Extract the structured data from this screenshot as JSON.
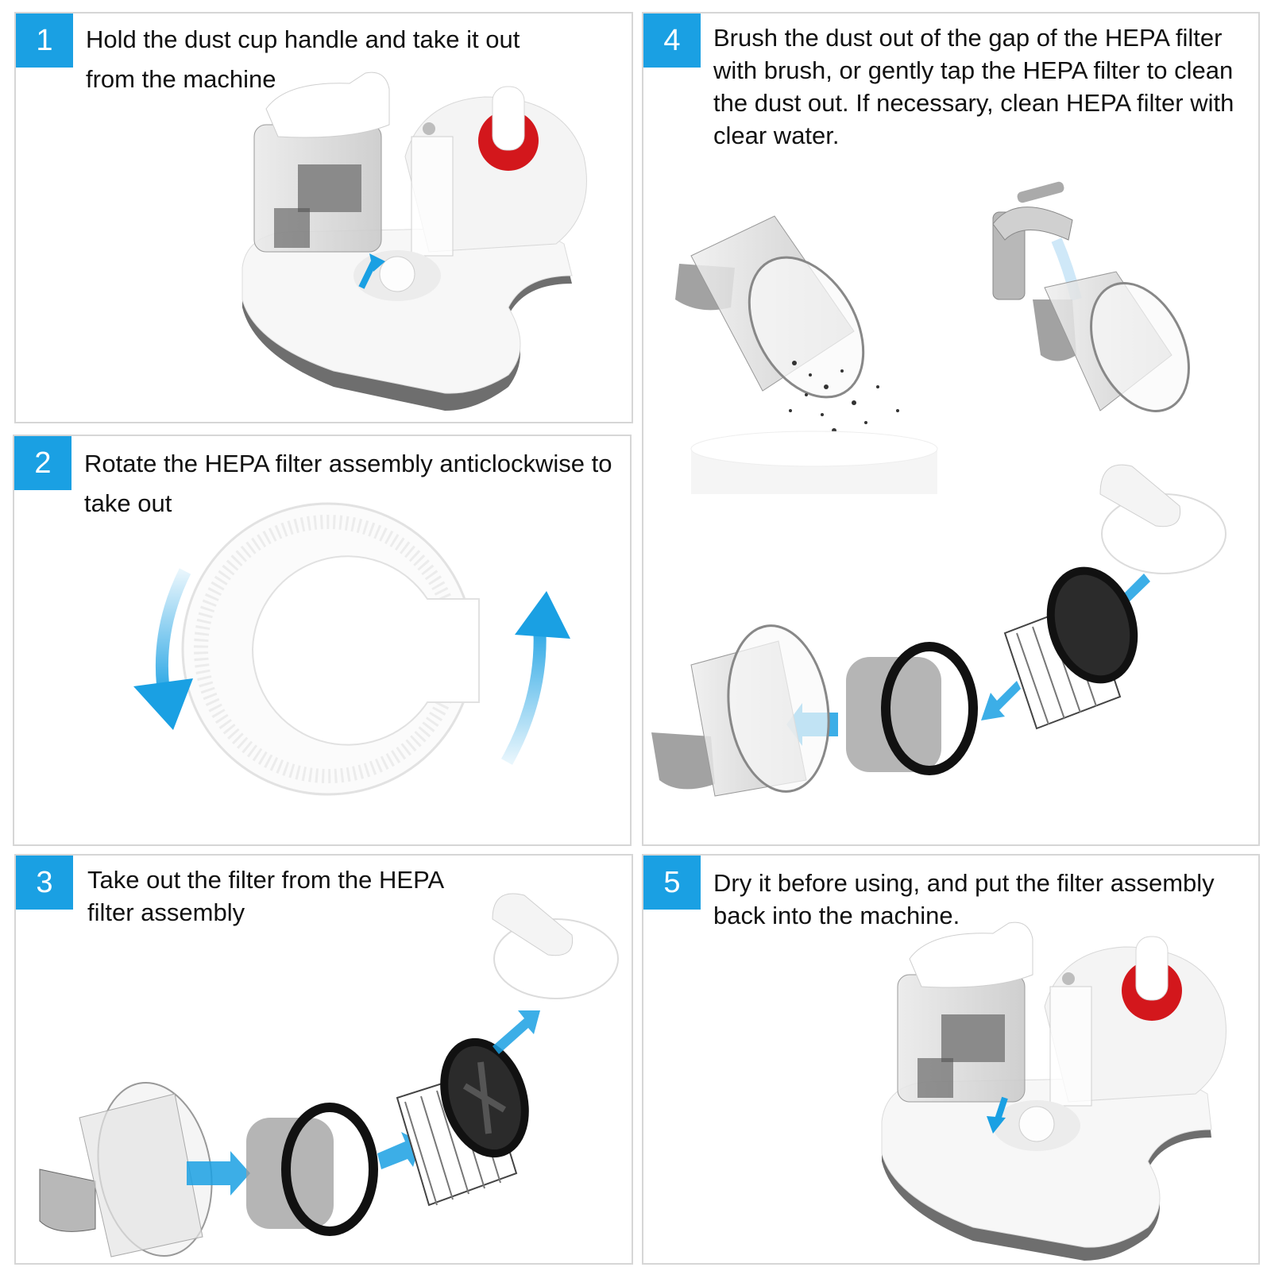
{
  "steps": [
    {
      "number": "1",
      "text": "Hold the dust cup handle and take it out from the machine"
    },
    {
      "number": "2",
      "text": "Rotate the HEPA filter assembly anticlockwise to take out"
    },
    {
      "number": "3",
      "text": "Take out the filter from the HEPA filter assembly"
    },
    {
      "number": "4",
      "text": "Brush the dust out of the gap of the HEPA filter with brush, or gently tap the HEPA filter to clean the dust out. If necessary, clean HEPA filter with clear water."
    },
    {
      "number": "5",
      "text": "Dry it before using, and put the filter assembly back into the machine."
    }
  ],
  "colors": {
    "badge": "#1aa0e3",
    "arrow": "#1aa0e3",
    "accent_red": "#d3171c",
    "panel_border": "#d6d6d6"
  },
  "icons": [
    "vacuum-cleaner-icon",
    "filter-cover-icon",
    "dust-cup-icon",
    "mesh-filter-icon",
    "hepa-filter-icon",
    "faucet-icon",
    "water-stream-icon",
    "dust-particles-icon",
    "blue-arrow-icon"
  ]
}
